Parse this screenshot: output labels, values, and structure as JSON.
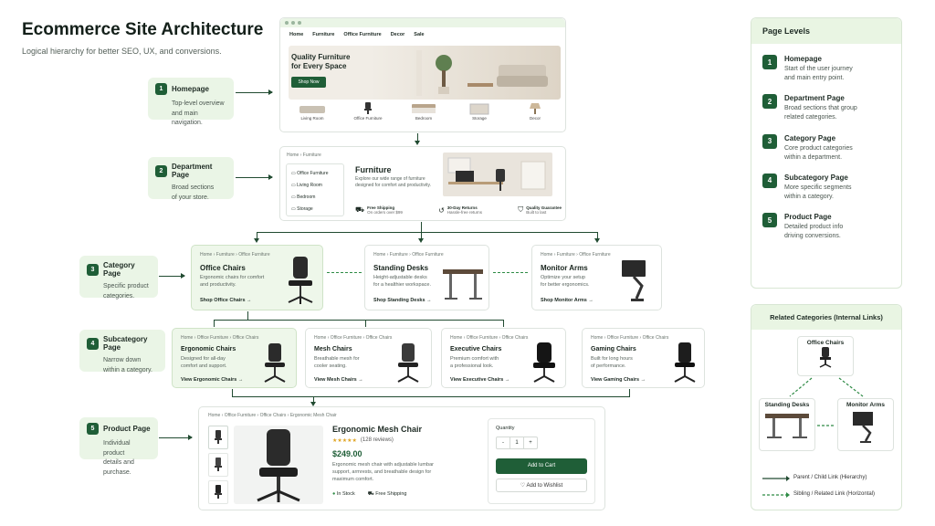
{
  "title": "Ecommerce Site Architecture",
  "subtitle": "Logical hierarchy for better SEO, UX, and conversions.",
  "levels": [
    {
      "num": "1",
      "label": "Homepage",
      "desc": "Top-level overview\nand main navigation."
    },
    {
      "num": "2",
      "label": "Department Page",
      "desc": "Broad sections\nof your store."
    },
    {
      "num": "3",
      "label": "Category Page",
      "desc": "Specific product\ncategories."
    },
    {
      "num": "4",
      "label": "Subcategory Page",
      "desc": "Narrow down\nwithin a category."
    },
    {
      "num": "5",
      "label": "Product Page",
      "desc": "Individual product\ndetails and purchase."
    }
  ],
  "home": {
    "nav": [
      "Home",
      "Furniture",
      "Office Furniture",
      "Decor",
      "Sale"
    ],
    "hero": "Quality Furniture\nfor Every Space",
    "cta": "Shop Now",
    "cats": [
      "Living Room",
      "Office Furniture",
      "Bedroom",
      "Storage",
      "Decor"
    ]
  },
  "dept": {
    "crumb": "Home  ›  Furniture",
    "side": [
      "Office Furniture",
      "Living Room",
      "Bedroom",
      "Storage"
    ],
    "title": "Furniture",
    "desc": "Explore our wide range of furniture\ndesigned for comfort and productivity.",
    "feats": [
      {
        "t": "Free Shipping",
        "s": "On orders over $99"
      },
      {
        "t": "30-Day Returns",
        "s": "Hassle-free returns"
      },
      {
        "t": "Quality Guarantee",
        "s": "Built to last"
      }
    ]
  },
  "cats": [
    {
      "crumb": "Home  ›  Furniture  ›  Office Furniture",
      "title": "Office Chairs",
      "desc": "Ergonomic chairs for comfort\nand productivity.",
      "link": "Shop Office Chairs  →"
    },
    {
      "crumb": "Home  ›  Furniture  ›  Office Furniture",
      "title": "Standing Desks",
      "desc": "Height-adjustable desks\nfor a healthier workspace.",
      "link": "Shop Standing Desks  →"
    },
    {
      "crumb": "Home  ›  Furniture  ›  Office Furniture",
      "title": "Monitor Arms",
      "desc": "Optimize your setup\nfor better ergonomics.",
      "link": "Shop Monitor Arms  →"
    }
  ],
  "subs": [
    {
      "crumb": "Home  ›  Office Furniture  ›  Office Chairs",
      "title": "Ergonomic Chairs",
      "desc": "Designed for all-day\ncomfort and support.",
      "link": "View Ergonomic Chairs  →"
    },
    {
      "crumb": "Home  ›  Office Furniture  ›  Office Chairs",
      "title": "Mesh Chairs",
      "desc": "Breathable mesh for\ncooler seating.",
      "link": "View Mesh Chairs  →"
    },
    {
      "crumb": "Home  ›  Office Furniture  ›  Office Chairs",
      "title": "Executive Chairs",
      "desc": "Premium comfort with\na professional look.",
      "link": "View Executive Chairs  →"
    },
    {
      "crumb": "Home  ›  Office Furniture  ›  Office Chairs",
      "title": "Gaming Chairs",
      "desc": "Built for long hours\nof performance.",
      "link": "View Gaming Chairs  →"
    }
  ],
  "product": {
    "crumb": "Home  ›  Office Furniture  ›  Office Chairs  ›  Ergonomic Mesh Chair",
    "title": "Ergonomic Mesh Chair",
    "stars": "★★★★★",
    "reviews": "(128 reviews)",
    "price": "$249.00",
    "desc": "Ergonomic mesh chair with adjustable lumbar\nsupport, armrests, and breathable design for\nmaximum comfort.",
    "stock": "In Stock",
    "ship": "Free Shipping",
    "qty_label": "Quantity",
    "qty_minus": "-",
    "qty": "1",
    "qty_plus": "+",
    "cart": "Add to Cart",
    "wish": "Add to Wishlist"
  },
  "panel": {
    "title": "Page Levels",
    "items": [
      {
        "num": "1",
        "t": "Homepage",
        "d": "Start of the user journey\nand main entry point."
      },
      {
        "num": "2",
        "t": "Department Page",
        "d": "Broad sections that group\nrelated categories."
      },
      {
        "num": "3",
        "t": "Category Page",
        "d": "Core product categories\nwithin a department."
      },
      {
        "num": "4",
        "t": "Subcategory Page",
        "d": "More specific segments\nwithin a category."
      },
      {
        "num": "5",
        "t": "Product Page",
        "d": "Detailed product info\ndriving conversions."
      }
    ]
  },
  "related": {
    "title": "Related Categories (Internal Links)",
    "top": "Office Chairs",
    "left": "Standing Desks",
    "right": "Monitor Arms",
    "legend1": "Parent / Child Link (Hierarchy)",
    "legend2": "Sibling / Related Link (Horizontal)"
  },
  "colors": {
    "accent": "#1f5e37",
    "highlight": "#eaf5e6",
    "dashed": "#2e8b45"
  }
}
